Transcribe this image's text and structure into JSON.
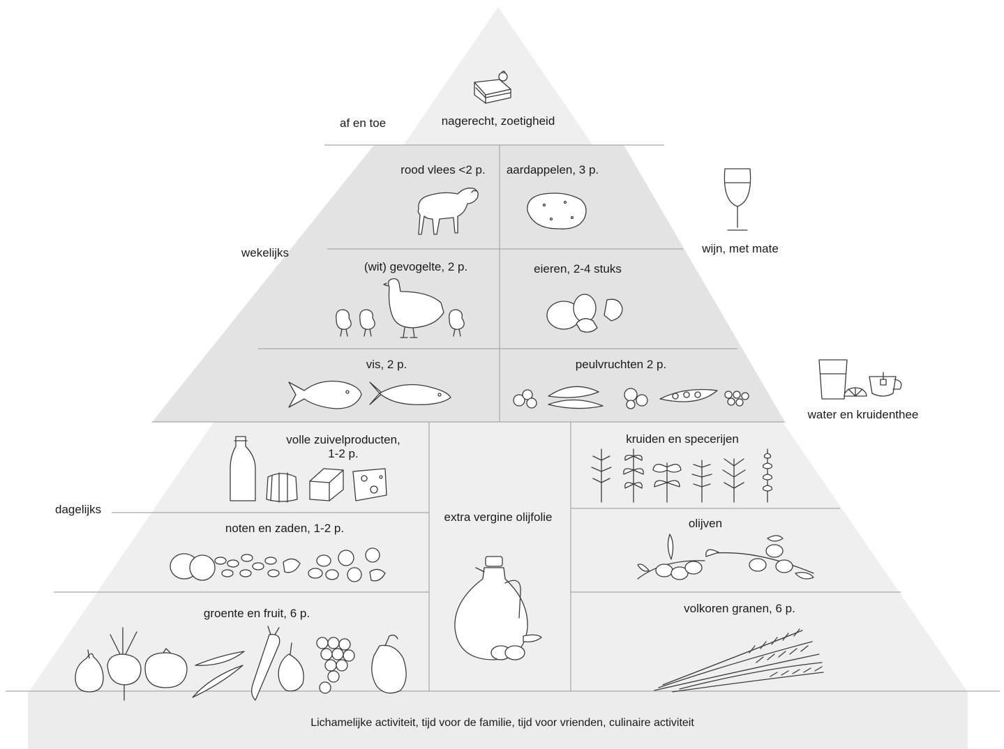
{
  "pyramid": {
    "tier_labels": {
      "occasional": "af en toe",
      "weekly": "wekelijks",
      "daily": "dagelijks"
    },
    "top": {
      "label": "nagerecht, zoetigheid",
      "icon": "cake-slice-icon"
    },
    "weekly": {
      "red_meat": {
        "label": "rood vlees <2 p.",
        "icon": "lamb-icon"
      },
      "potatoes": {
        "label": "aardappelen, 3 p.",
        "icon": "potato-icon"
      },
      "poultry": {
        "label": "(wit) gevogelte, 2 p.",
        "icon": "hen-and-chicks-icon"
      },
      "eggs": {
        "label": "eieren, 2-4 stuks",
        "icon": "eggs-icon"
      },
      "fish": {
        "label": "vis, 2 p.",
        "icon": "fish-icon"
      },
      "legumes": {
        "label": "peulvruchten 2 p.",
        "icon": "legumes-icon"
      }
    },
    "daily": {
      "dairy": {
        "label_line1": "volle zuivelproducten,",
        "label_line2": "1-2 p.",
        "icon": "dairy-icon"
      },
      "nuts": {
        "label": "noten en zaden, 1-2 p.",
        "icon": "nuts-icon"
      },
      "vegetables_fruit": {
        "label": "groente en fruit, 6 p.",
        "icon": "vegetables-fruit-icon"
      },
      "olive_oil": {
        "label": "extra vergine olijfolie",
        "icon": "olive-oil-jug-icon"
      },
      "herbs": {
        "label": "kruiden en specerijen",
        "icon": "herbs-icon"
      },
      "olives": {
        "label": "olijven",
        "icon": "olive-branch-icon"
      },
      "grains": {
        "label": "volkoren granen, 6 p.",
        "icon": "wheat-icon"
      }
    },
    "side": {
      "wine": {
        "label": "wijn, met mate",
        "icon": "wine-glass-icon"
      },
      "water": {
        "label": "water en kruidenthee",
        "icon": "water-and-tea-icon"
      }
    },
    "base": {
      "label": "Lichamelijke activiteit, tijd voor de familie, tijd voor vrienden, culinaire activiteit"
    }
  },
  "colors": {
    "pyramid_fill": "#efeff0",
    "band_fill": "#e3e3e4",
    "divider": "#a8a8a8",
    "base_fill": "#ececed"
  }
}
